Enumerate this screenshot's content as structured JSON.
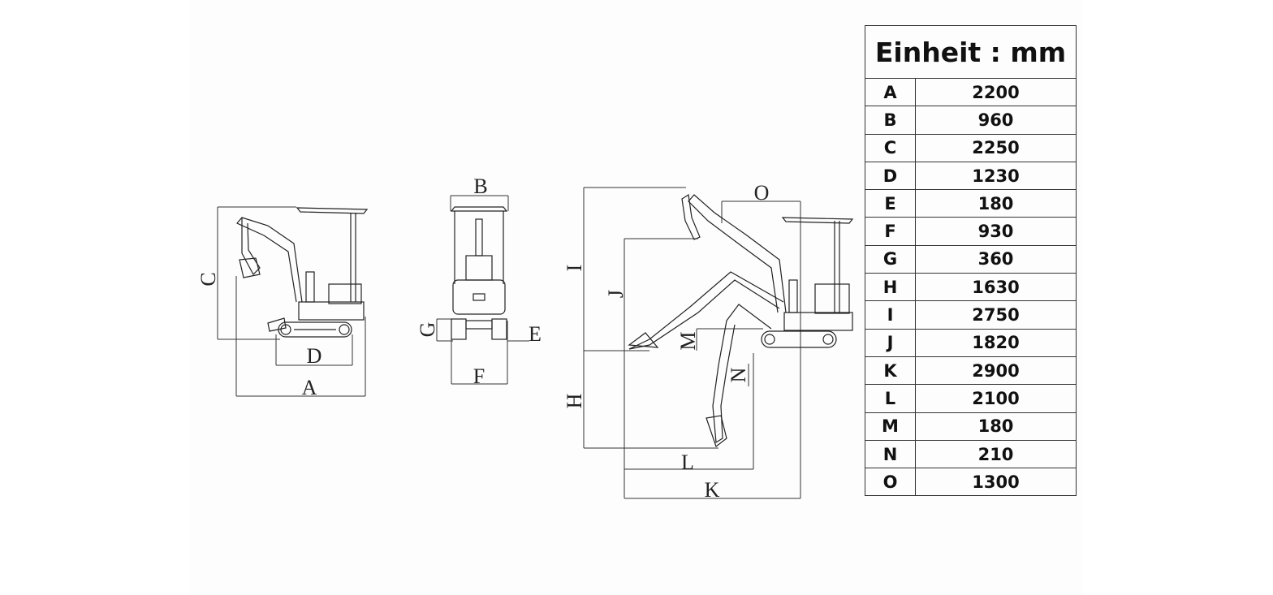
{
  "table": {
    "unit_header": "Einheit : mm",
    "rows": [
      {
        "key": "A",
        "value": "2200"
      },
      {
        "key": "B",
        "value": "960"
      },
      {
        "key": "C",
        "value": "2250"
      },
      {
        "key": "D",
        "value": "1230"
      },
      {
        "key": "E",
        "value": "180"
      },
      {
        "key": "F",
        "value": "930"
      },
      {
        "key": "G",
        "value": "360"
      },
      {
        "key": "H",
        "value": "1630"
      },
      {
        "key": "I",
        "value": "2750"
      },
      {
        "key": "J",
        "value": "1820"
      },
      {
        "key": "K",
        "value": "2900"
      },
      {
        "key": "L",
        "value": "2100"
      },
      {
        "key": "M",
        "value": "180"
      },
      {
        "key": "N",
        "value": "210"
      },
      {
        "key": "O",
        "value": "1300"
      }
    ]
  },
  "drawing": {
    "side_labels": {
      "A": "A",
      "C": "C",
      "D": "D"
    },
    "front_labels": {
      "B": "B",
      "E": "E",
      "F": "F",
      "G": "G"
    },
    "work_labels": {
      "H": "H",
      "I": "I",
      "J": "J",
      "K": "K",
      "L": "L",
      "M": "M",
      "N": "N",
      "O": "O"
    }
  }
}
